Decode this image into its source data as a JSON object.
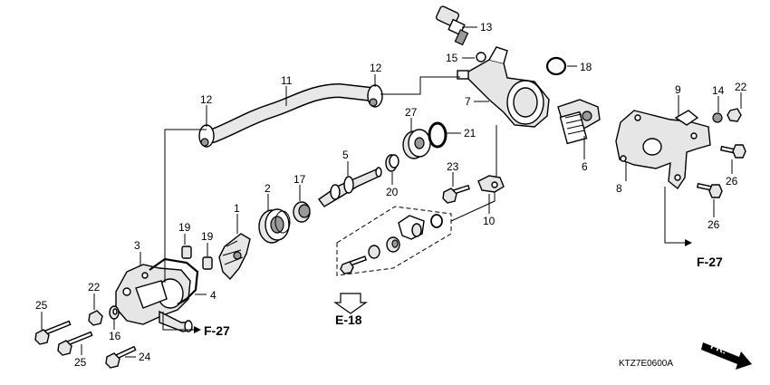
{
  "callouts": {
    "c1": "1",
    "c2": "2",
    "c3": "3",
    "c4": "4",
    "c5": "5",
    "c6": "6",
    "c7": "7",
    "c8": "8",
    "c9": "9",
    "c10": "10",
    "c11": "11",
    "c12a": "12",
    "c12b": "12",
    "c13": "13",
    "c14": "14",
    "c15": "15",
    "c16": "16",
    "c17": "17",
    "c18": "18",
    "c19a": "19",
    "c19b": "19",
    "c20": "20",
    "c21": "21",
    "c22a": "22",
    "c22b": "22",
    "c23": "23",
    "c24": "24",
    "c25a": "25",
    "c25b": "25",
    "c26a": "26",
    "c26b": "26",
    "c27": "27"
  },
  "references": {
    "f27_left": "F-27",
    "f27_right": "F-27",
    "e18": "E-18"
  },
  "diagram_code": "KTZ7E0600A",
  "direction_label": "FR."
}
